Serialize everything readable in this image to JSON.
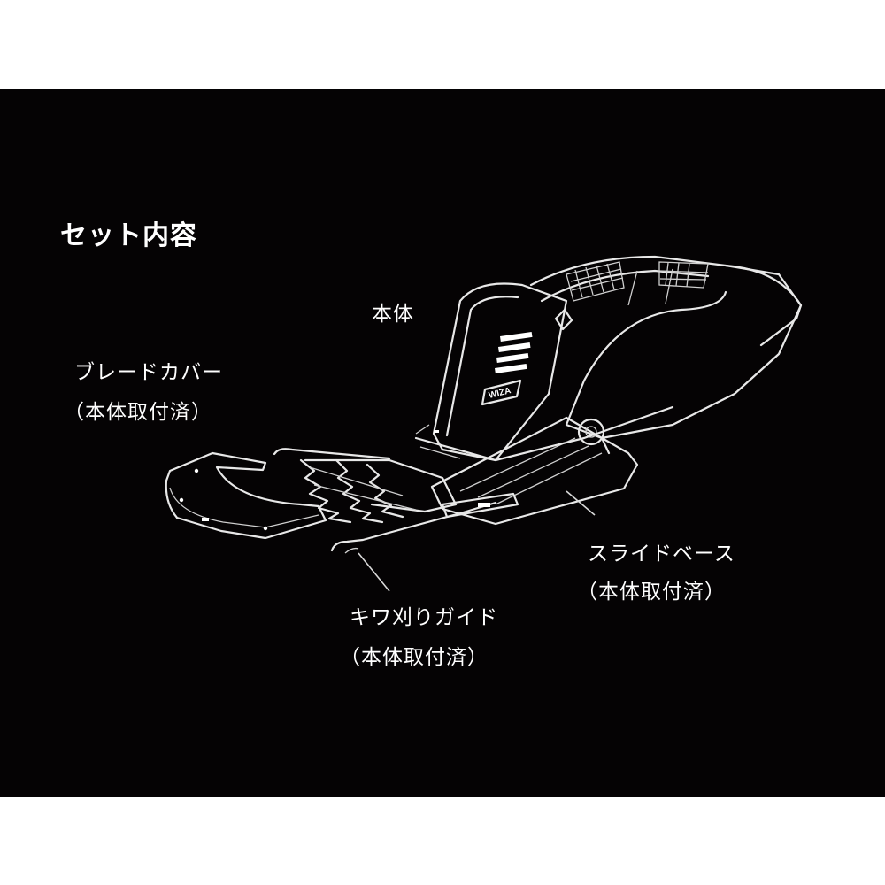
{
  "title": "セット内容",
  "labels": {
    "body": "本体",
    "blade_cover": [
      "ブレードカバー",
      "（本体取付済）"
    ],
    "slide_base": [
      "スライドベース",
      "（本体取付済）"
    ],
    "edge_guide": [
      "キワ刈りガイド",
      "（本体取付済）"
    ]
  },
  "brand_mark": "WIZA",
  "colors": {
    "background": "#050304",
    "line": "#ffffff",
    "frame": "#ffffff"
  }
}
